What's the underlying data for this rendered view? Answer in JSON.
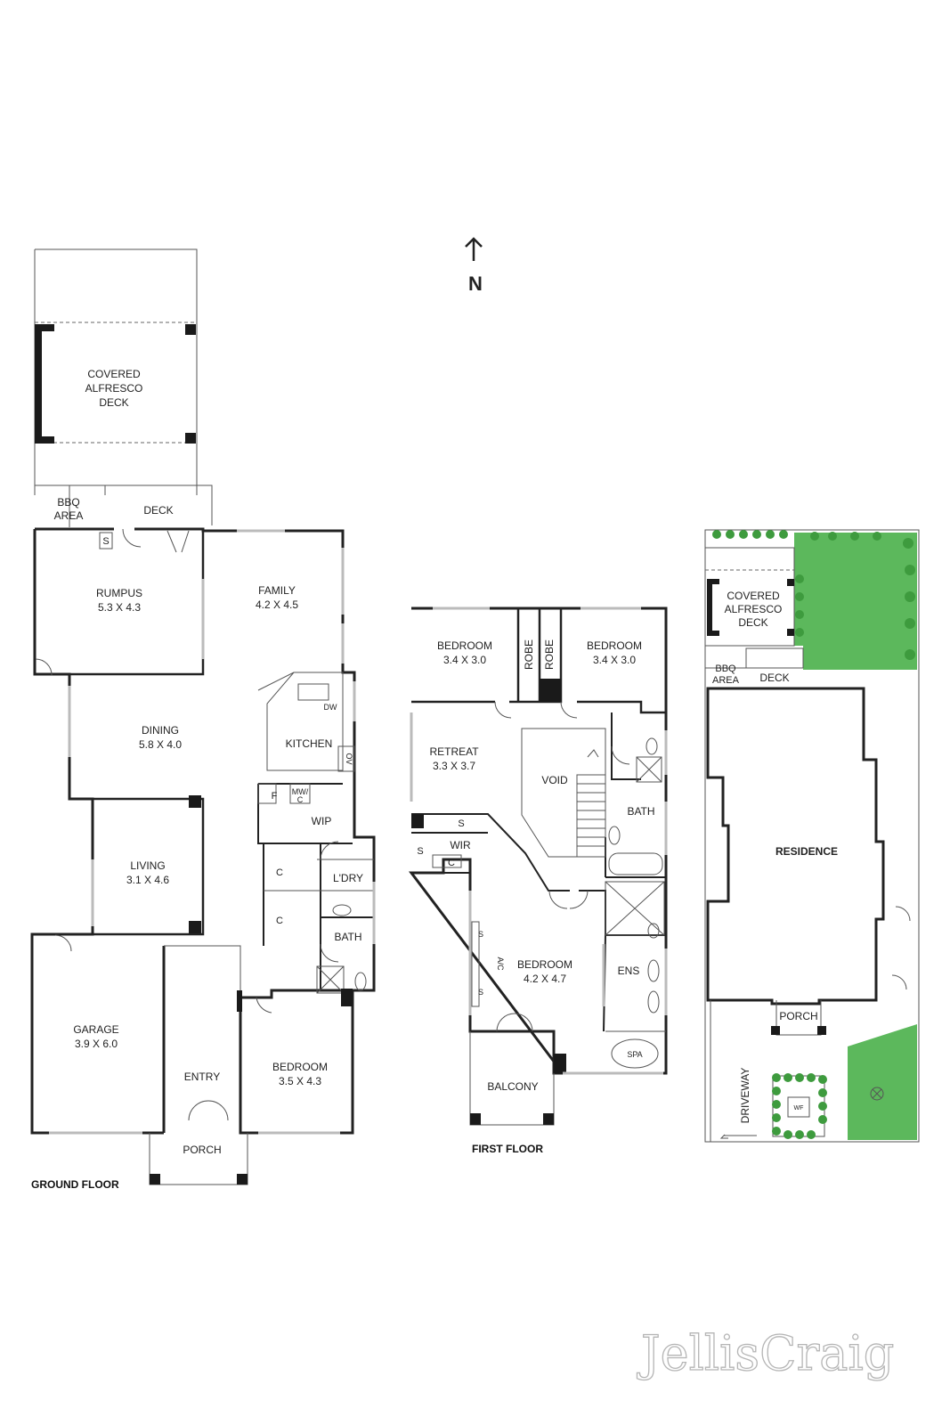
{
  "compass": {
    "label": "N"
  },
  "ground_floor": {
    "title": "GROUND FLOOR",
    "rooms": {
      "covered_alfresco_deck": [
        "COVERED",
        "ALFRESCO",
        "DECK"
      ],
      "bbq_area": [
        "BBQ",
        "AREA"
      ],
      "deck": "DECK",
      "rumpus": {
        "name": "RUMPUS",
        "size": "5.3 X 4.3"
      },
      "family": {
        "name": "FAMILY",
        "size": "4.2 X 4.5"
      },
      "dining": {
        "name": "DINING",
        "size": "5.8 X 4.0"
      },
      "kitchen": "KITCHEN",
      "living": {
        "name": "LIVING",
        "size": "3.1 X 4.6"
      },
      "garage": {
        "name": "GARAGE",
        "size": "3.9 X 6.0"
      },
      "entry": "ENTRY",
      "porch": "PORCH",
      "bedroom": {
        "name": "BEDROOM",
        "size": "3.5 X 4.3"
      },
      "bath": "BATH",
      "laundry": "L'DRY",
      "wip": "WIP"
    },
    "fixtures": {
      "s": "S",
      "f": "F",
      "mwc": [
        "MW/",
        "C"
      ],
      "c": "C",
      "dw": "DW",
      "ov": "OV"
    }
  },
  "first_floor": {
    "title": "FIRST FLOOR",
    "rooms": {
      "bedroom_1": {
        "name": "BEDROOM",
        "size": "3.4 X 3.0"
      },
      "bedroom_2": {
        "name": "BEDROOM",
        "size": "3.4 X 3.0"
      },
      "robe": "ROBE",
      "retreat": {
        "name": "RETREAT",
        "size": "3.3 X 3.7"
      },
      "void": "VOID",
      "bath": "BATH",
      "wir": "WIR",
      "main_bedroom": {
        "name": "BEDROOM",
        "size": "4.2 X 4.7"
      },
      "ens": "ENS",
      "spa": "SPA",
      "balcony": "BALCONY"
    },
    "fixtures": {
      "s": "S",
      "c": "C",
      "ac": "A/C"
    }
  },
  "site_plan": {
    "covered_alfresco_deck": [
      "COVERED",
      "ALFRESCO",
      "DECK"
    ],
    "bbq_area": [
      "BBQ",
      "AREA"
    ],
    "deck": "DECK",
    "residence": "RESIDENCE",
    "porch": "PORCH",
    "driveway": "DRIVEWAY",
    "wf": "WF"
  },
  "logo": {
    "text": "JellisCraig"
  },
  "colors": {
    "lawn": "#5cb85c",
    "wall": "#222222"
  }
}
